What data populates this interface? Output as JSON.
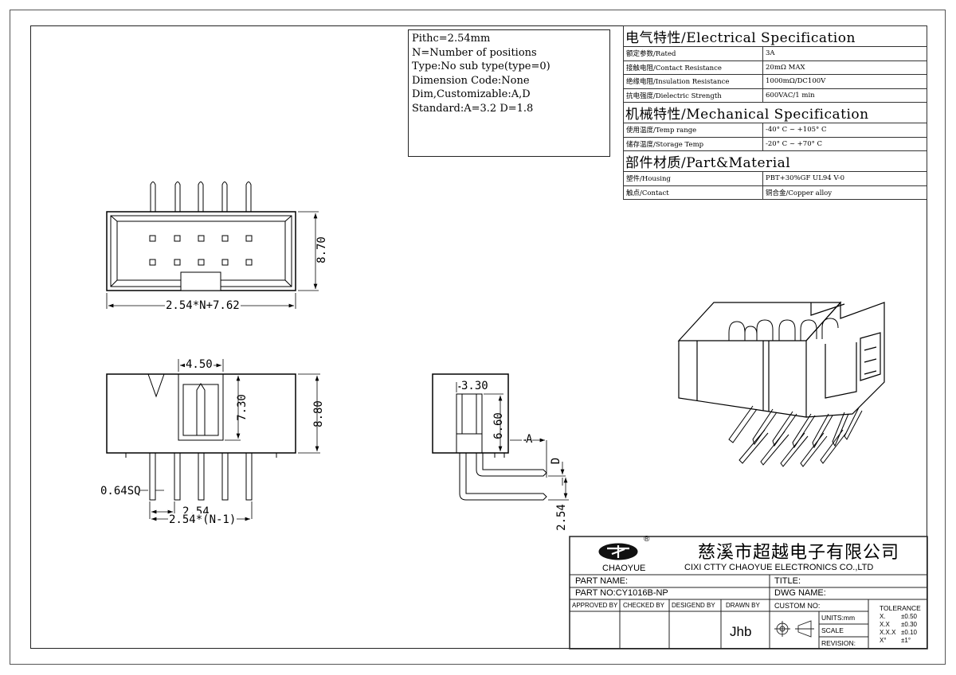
{
  "notes": {
    "lines": [
      "Pithc=2.54mm",
      "N=Number of positions",
      "Type:No sub type(type=0)",
      "Dimension Code:None",
      "Dim,Customizable:A,D",
      "Standard:A=3.2 D=1.8"
    ]
  },
  "electrical": {
    "heading": "电气特性/Electrical Specification",
    "rows": [
      {
        "label": "额定参数/Rated",
        "value": "3A"
      },
      {
        "label": "接触电阻/Contact Resistance",
        "value": "20mΩ MAX"
      },
      {
        "label": "绝缘电阻/Insulation Resistance",
        "value": "1000mΩ/DC100V"
      },
      {
        "label": "抗电强度/Dielectric Strength",
        "value": "600VAC/1 min"
      }
    ]
  },
  "mechanical": {
    "heading": "机械特性/Mechanical Specification",
    "rows": [
      {
        "label": "使用温度/Temp range",
        "value": "-40° C ~ +105° C"
      },
      {
        "label": "储存温度/Storage Temp",
        "value": "-20° C ~ +70° C"
      }
    ]
  },
  "material": {
    "heading": "部件材质/Part&Material",
    "rows": [
      {
        "label": "塑件/Housing",
        "value": "PBT+30%GF  UL94  V-0"
      },
      {
        "label": "触点/Contact",
        "value": "铜合金/Copper alloy"
      }
    ]
  },
  "dims": {
    "top_height": "8.70",
    "top_width": "2.54*N+7.62",
    "front_slot": "4.50",
    "front_slot_h": "7.30",
    "front_height": "8.80",
    "pin_sq": "0.64SQ",
    "pitch": "2.54",
    "pitch_total": "2.54*(N-1)",
    "side_w": "3.30",
    "side_h": "6.60",
    "side_a": "A",
    "side_d": "D",
    "side_pitch": "2.54"
  },
  "titleblock": {
    "logo_mark": "®",
    "brand": "CHAOYUE",
    "company_cn": "慈溪市超越电子有限公司",
    "company_en": "CIXI CTTY CHAOYUE ELECTRONICS CO.,LTD",
    "part_name": "PART NAME:",
    "title": "TITLE:",
    "part_no": "PART NO:CY1016B-NP",
    "dwg_name": "DWG NAME:",
    "approved": "APPROVED BY",
    "checked": "CHECKED BY",
    "designed": "DESIGEND BY",
    "drawn": "DRAWN BY",
    "drawer": "Jhb",
    "custom_no": "CUSTOM NO:",
    "units": "UNITS:mm",
    "scale": "SCALE",
    "revision": "REVISION:",
    "tolerance": "TOLERANCE",
    "tol_rows": [
      [
        "X.",
        "±0.50"
      ],
      [
        "X.X",
        "±0.30"
      ],
      [
        "X.X.X",
        "±0.10"
      ],
      [
        "X°",
        "±1°"
      ]
    ]
  }
}
